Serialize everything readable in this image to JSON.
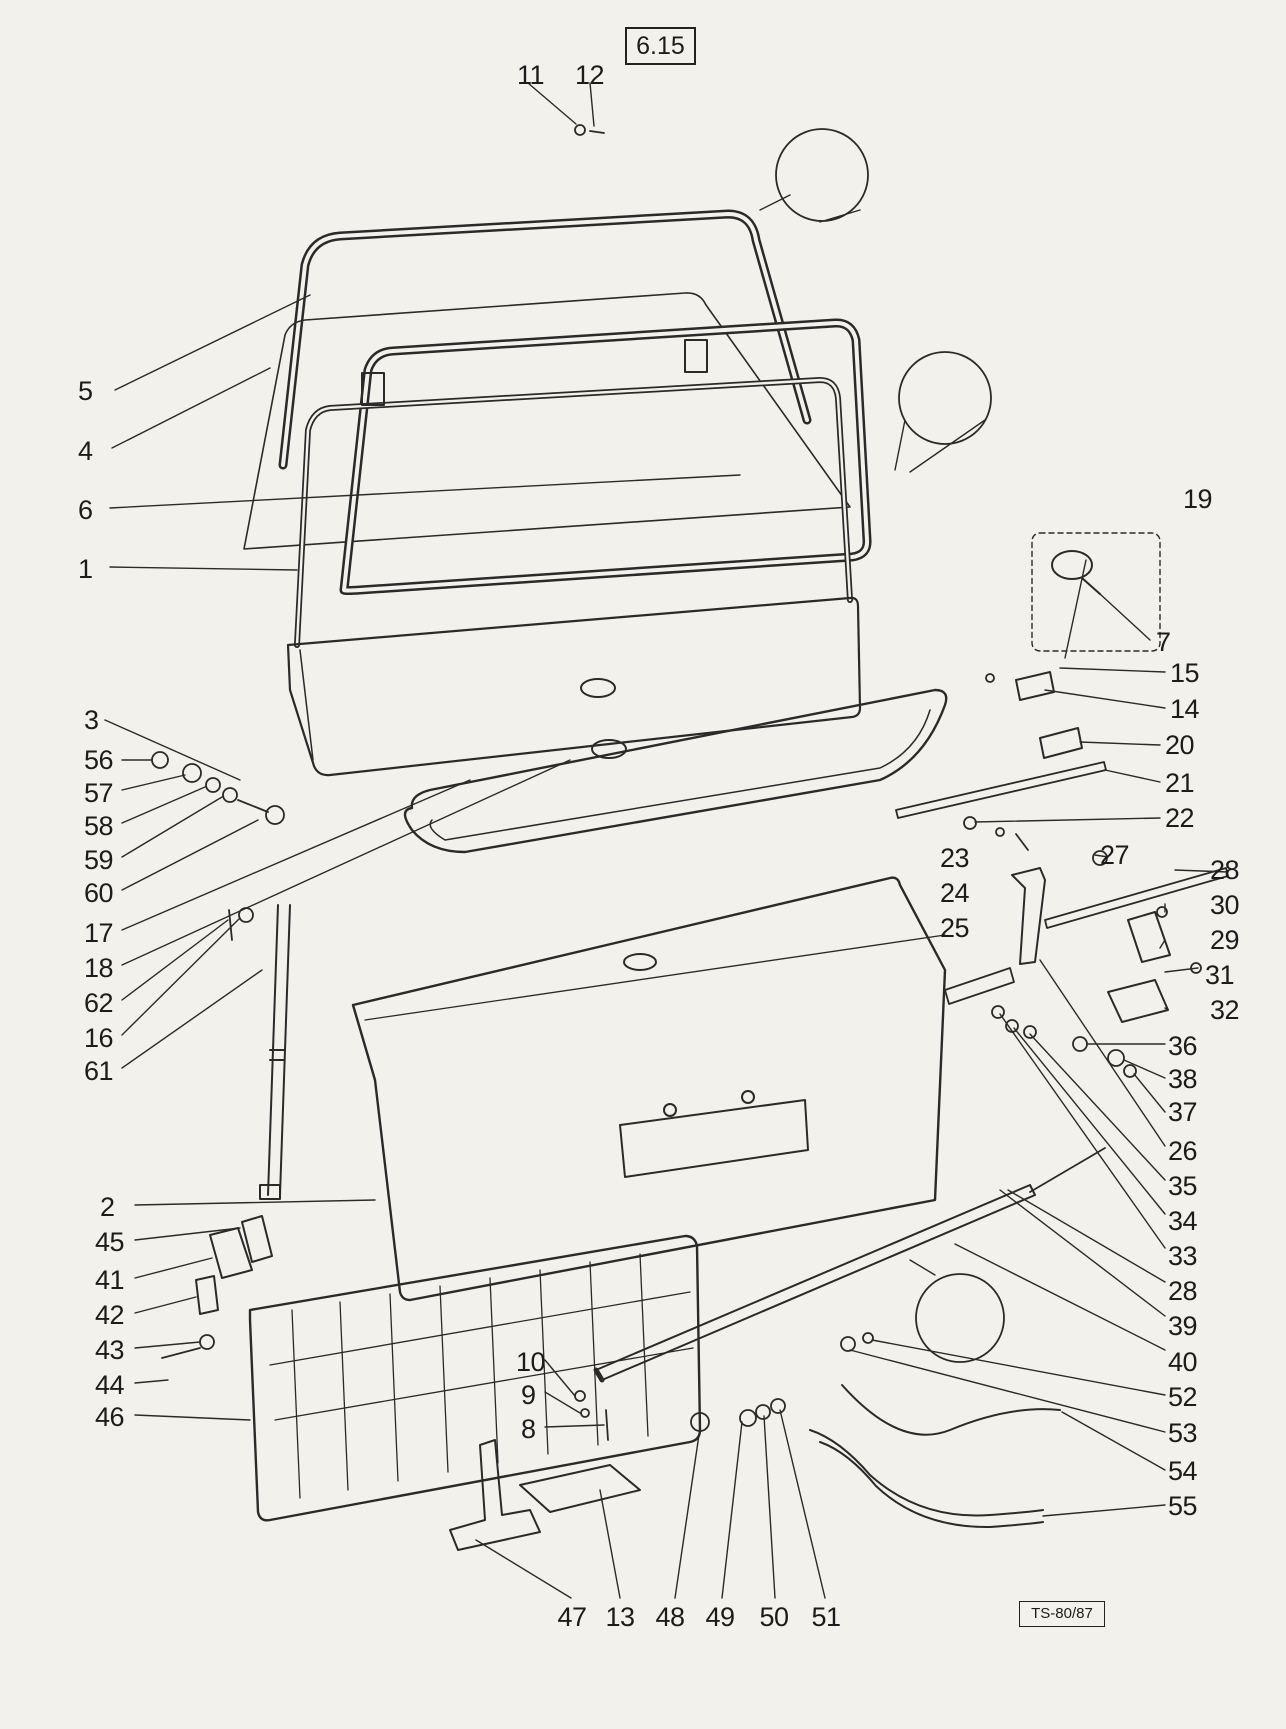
{
  "diagram": {
    "section_number": "6.15",
    "drawing_code": "TS-80/87",
    "callouts": {
      "c1": "1",
      "c2": "2",
      "c3": "3",
      "c4": "4",
      "c5": "5",
      "c6": "6",
      "c7": "7",
      "c8": "8",
      "c9": "9",
      "c10": "10",
      "c11": "11",
      "c12": "12",
      "c13": "13",
      "c14": "14",
      "c15": "15",
      "c16": "16",
      "c17": "17",
      "c18": "18",
      "c19": "19",
      "c20": "20",
      "c21": "21",
      "c22": "22",
      "c23": "23",
      "c24": "24",
      "c25": "25",
      "c26": "26",
      "c27": "27",
      "c28a": "28",
      "c28b": "28",
      "c29": "29",
      "c30": "30",
      "c31": "31",
      "c32": "32",
      "c33": "33",
      "c34": "34",
      "c35": "35",
      "c36": "36",
      "c37": "37",
      "c38": "38",
      "c39": "39",
      "c40": "40",
      "c41": "41",
      "c42": "42",
      "c43": "43",
      "c44": "44",
      "c45": "45",
      "c46": "46",
      "c47": "47",
      "c48": "48",
      "c49": "49",
      "c50": "50",
      "c51": "51",
      "c52": "52",
      "c53": "53",
      "c54": "54",
      "c55": "55",
      "c56": "56",
      "c57": "57",
      "c58": "58",
      "c59": "59",
      "c60": "60",
      "c61": "61",
      "c62": "62"
    }
  }
}
